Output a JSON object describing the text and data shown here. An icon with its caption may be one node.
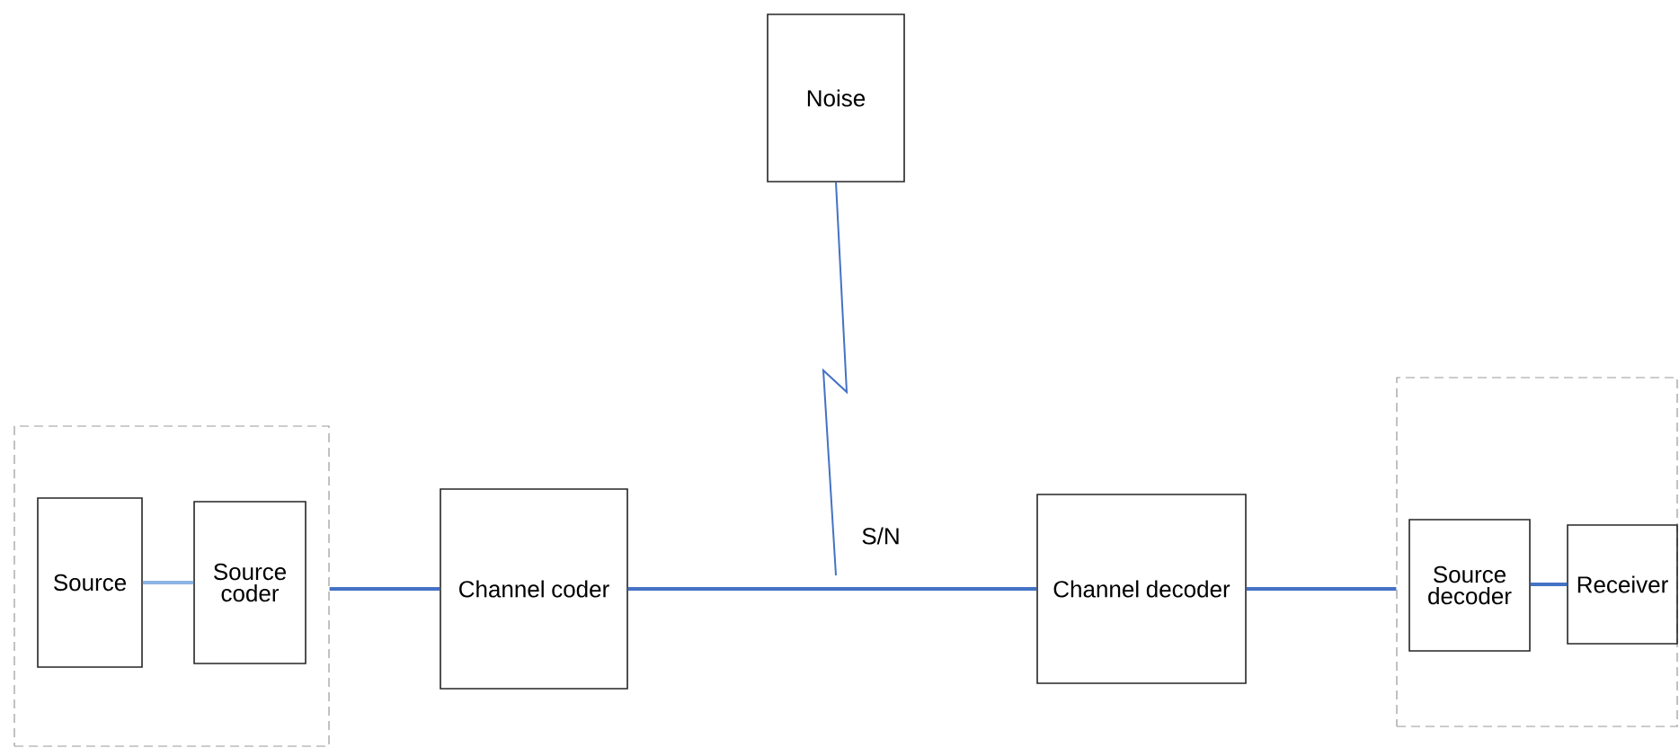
{
  "diagram": {
    "nodes": [
      {
        "text": [],
        "shape": "box"
      },
      {
        "text": [
          "Source"
        ],
        "in": 0
      },
      {
        "text": [
          "Source coder"
        ],
        "in": 0
      },
      {
        "text": [
          "Channel coder"
        ]
      },
      {
        "text": [
          "Noise"
        ]
      },
      {
        "text": [
          "Channel decoder"
        ]
      },
      {
        "text": [],
        "shape": "box"
      },
      {
        "text": [
          "Source decoder"
        ],
        "in": 6
      },
      {
        "text": [
          "Receiver"
        ],
        "in": 6
      }
    ],
    "edges": [
      {
        "from": 1,
        "to": 2,
        "arrow": "none",
        "color": "#8eb4e3"
      },
      {
        "from": 0,
        "to": 3,
        "arrow": "none"
      },
      {
        "from": 3,
        "to": 5,
        "arrow": "none"
      },
      {
        "from": 5,
        "to": 6,
        "arrow": "none"
      },
      {
        "from": 7,
        "to": 8,
        "arrow": "none"
      },
      {
        "from": 4,
        "to": null,
        "arrow": "none"
      }
    ],
    "labels": [
      "S/N"
    ]
  }
}
